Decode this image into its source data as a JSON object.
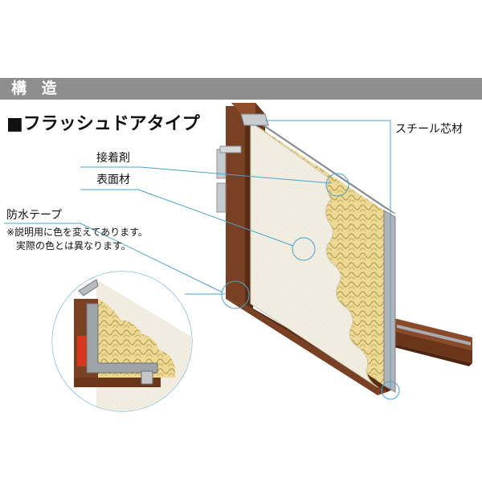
{
  "header": {
    "title": "構 造"
  },
  "subtitle": "■フラッシュドアタイプ",
  "labels": {
    "steel_core": "スチール芯材",
    "adhesive": "接着剤",
    "surface": "表面材",
    "waterproof_tape": "防水テープ",
    "note_line1": "※説明用に色を変えてあります。",
    "note_line2": "実際の色とは異なります。"
  },
  "colors": {
    "header_bg": "#8e8e8e",
    "frame_brown": "#7a4024",
    "frame_dark": "#5a2c14",
    "surface_cream": "#f2eee1",
    "core_yellow": "#e8d48a",
    "steel_gray": "#b0b4b8",
    "tape_red": "#d8361e",
    "leader_blue": "#4aa3cf"
  }
}
